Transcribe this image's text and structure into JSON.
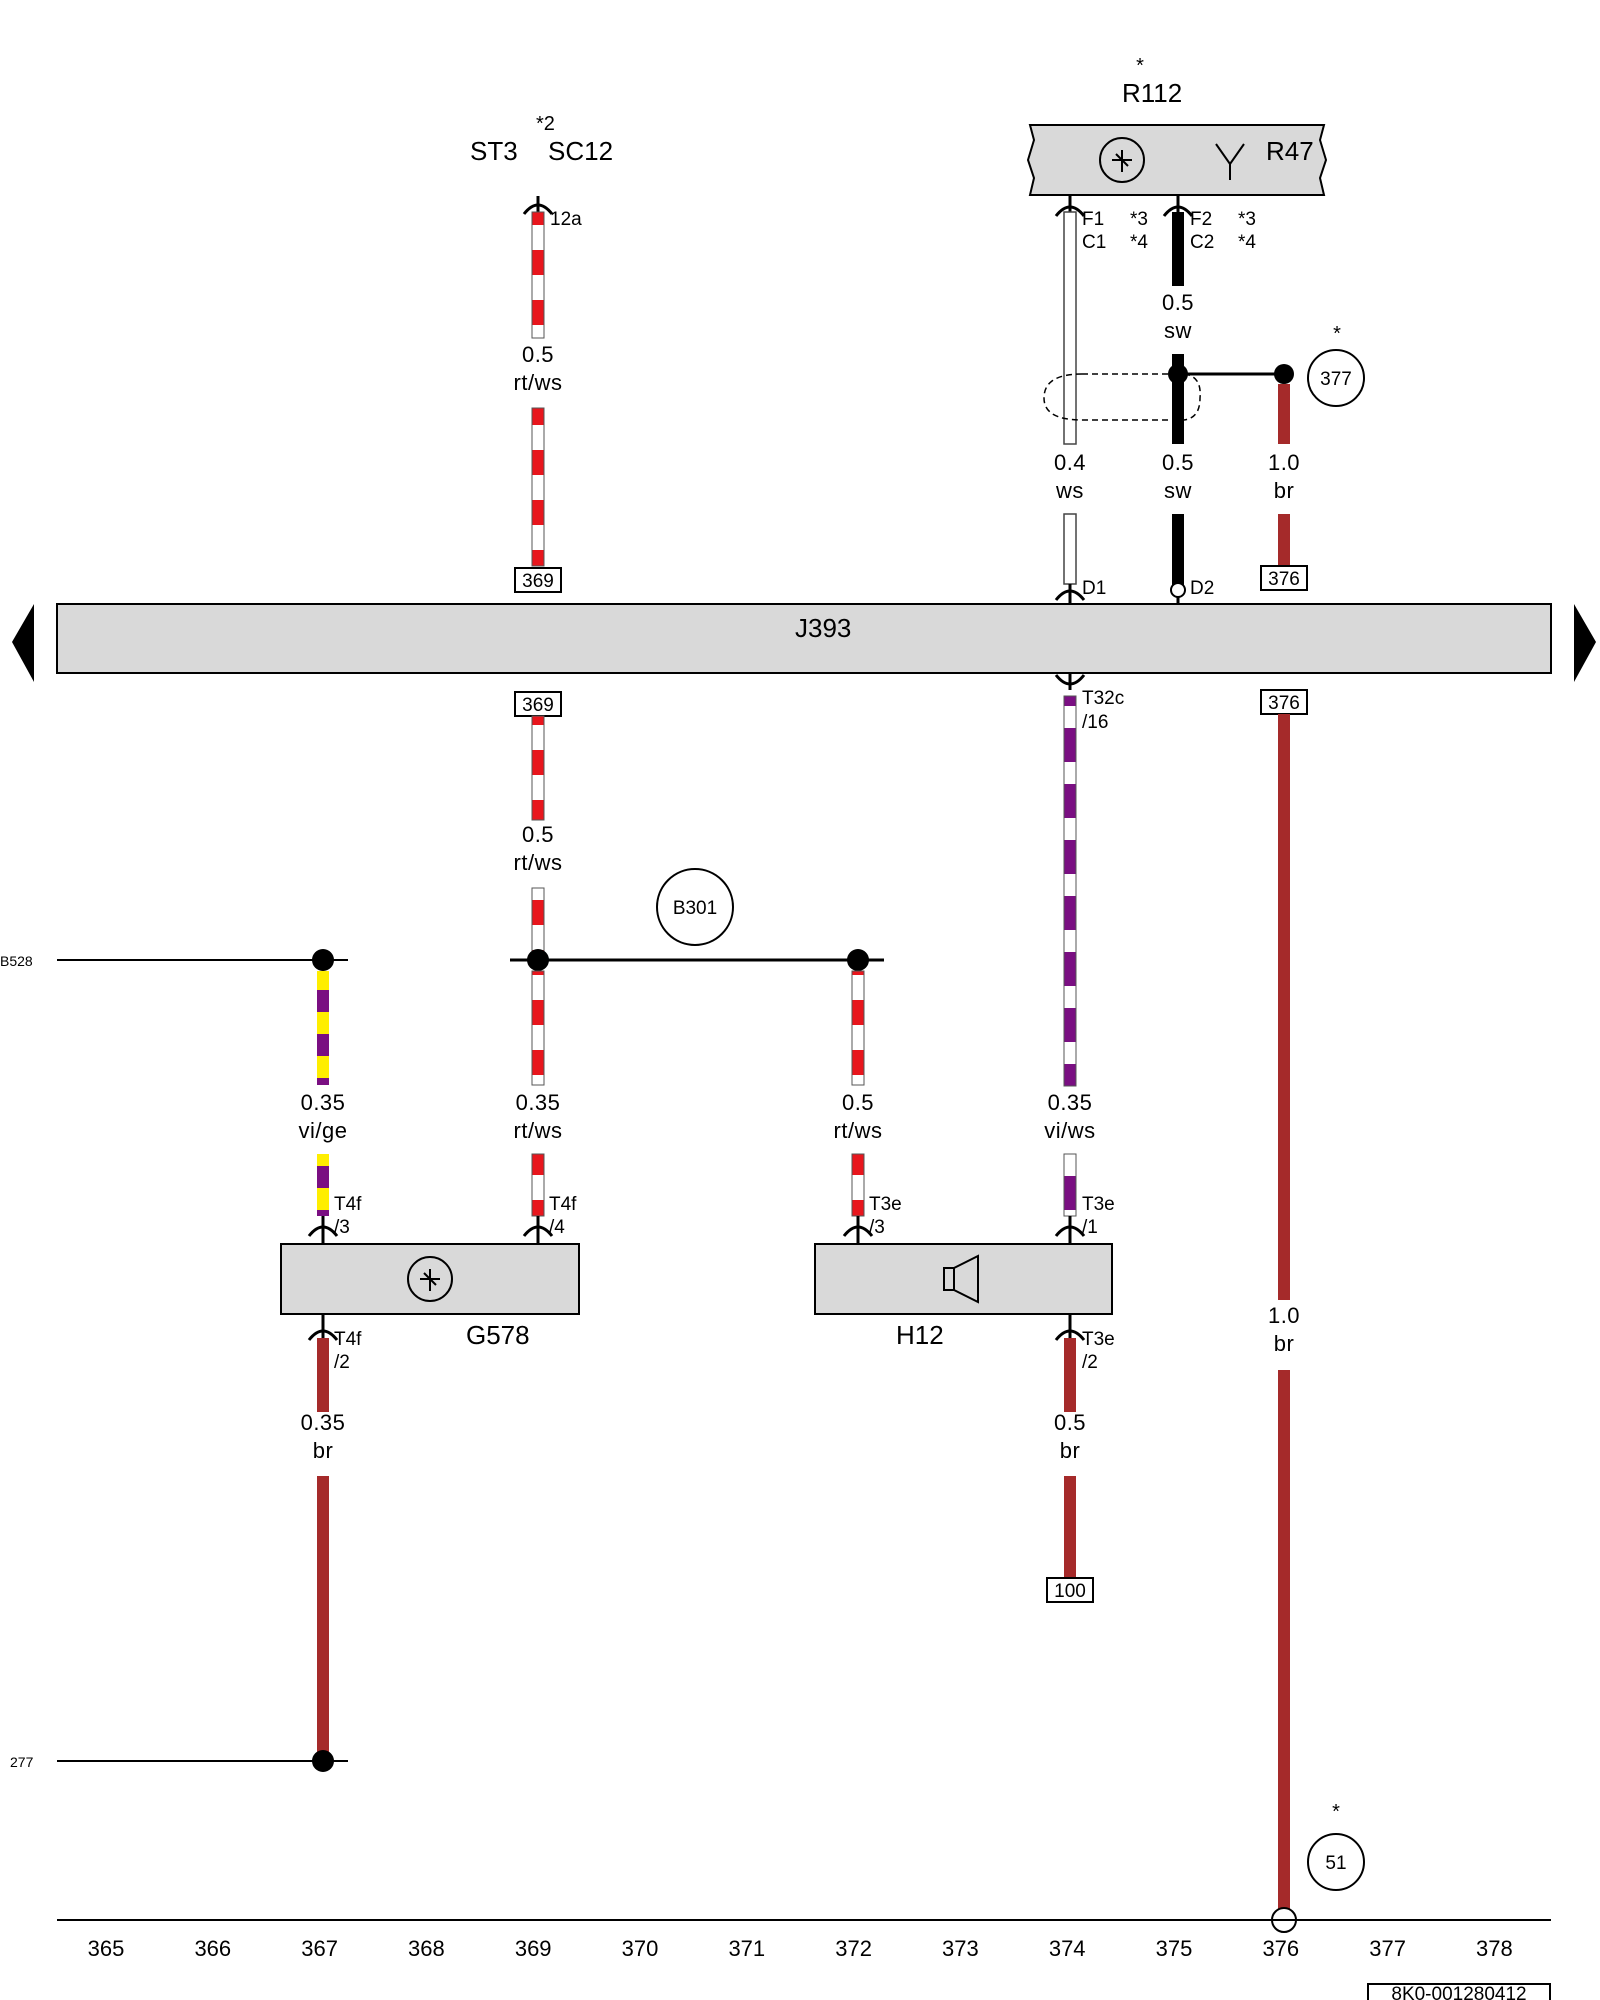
{
  "doc_id": "8K0-001280412",
  "colors": {
    "rt": "#e8161d",
    "ws": "#ffffff",
    "sw": "#000000",
    "br": "#a52a2a",
    "vi": "#7a0f82",
    "ge": "#ffee00",
    "busbar": "#d9d9d9"
  },
  "bus": {
    "name": "J393",
    "left_arrow": "left-arrow-icon",
    "right_arrow": "right-arrow-icon"
  },
  "components": {
    "st3": "ST3",
    "st3_footnote": "*2",
    "sc12": "SC12",
    "r112": "R112",
    "r112_star": "*",
    "r47": "R47",
    "g578": "G578",
    "h12": "H12"
  },
  "circles": {
    "c377": "377",
    "c377_star": "*",
    "b301": "B301",
    "c51": "51",
    "c51_star": "*"
  },
  "refs": {
    "r369_top": "369",
    "r376_top": "376",
    "r369_bot": "369",
    "r376_bot": "376",
    "r100": "100"
  },
  "left_refs": {
    "b528": "B528",
    "g277": "277"
  },
  "pins": {
    "p12a": "12a",
    "f1": "F1",
    "c1": "C1",
    "f2": "F2",
    "c2": "C2",
    "star3a": "*3",
    "star4a": "*4",
    "star3b": "*3",
    "star4b": "*4",
    "d1": "D1",
    "d2": "D2",
    "t32c": "T32c",
    "t32c_n": "/16",
    "t4f_a": "T4f",
    "t4f_a_n": "/3",
    "t4f_b": "T4f",
    "t4f_b_n": "/4",
    "t3e_a": "T3e",
    "t3e_a_n": "/3",
    "t3e_b": "T3e",
    "t3e_b_n": "/1",
    "t4f_c": "T4f",
    "t4f_c_n": "/2",
    "t3e_c": "T3e",
    "t3e_c_n": "/2"
  },
  "wires": {
    "w1": {
      "size": "0.5",
      "color": "rt/ws"
    },
    "w2": {
      "size": "0.5",
      "color": "sw"
    },
    "w3": {
      "size": "0.4",
      "color": "ws"
    },
    "w4": {
      "size": "0.5",
      "color": "sw"
    },
    "w5": {
      "size": "1.0",
      "color": "br"
    },
    "w6": {
      "size": "0.5",
      "color": "rt/ws"
    },
    "w7": {
      "size": "0.35",
      "color": "vi/ge"
    },
    "w8": {
      "size": "0.35",
      "color": "rt/ws"
    },
    "w9": {
      "size": "0.5",
      "color": "rt/ws"
    },
    "w10": {
      "size": "0.35",
      "color": "vi/ws"
    },
    "w11": {
      "size": "1.0",
      "color": "br"
    },
    "w12": {
      "size": "0.35",
      "color": "br"
    },
    "w13": {
      "size": "0.5",
      "color": "br"
    }
  },
  "grid_numbers": [
    "365",
    "366",
    "367",
    "368",
    "369",
    "370",
    "371",
    "372",
    "373",
    "374",
    "375",
    "376",
    "377",
    "378"
  ]
}
